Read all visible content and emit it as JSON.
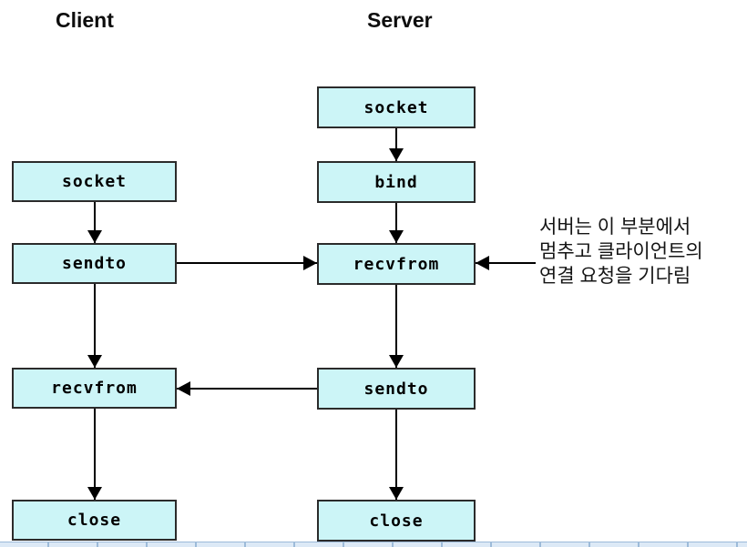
{
  "headers": {
    "client": "Client",
    "server": "Server"
  },
  "client_flow": {
    "boxes": [
      {
        "label": "socket"
      },
      {
        "label": "sendto"
      },
      {
        "label": "recvfrom"
      },
      {
        "label": "close"
      }
    ]
  },
  "server_flow": {
    "boxes": [
      {
        "label": "socket"
      },
      {
        "label": "bind"
      },
      {
        "label": "recvfrom"
      },
      {
        "label": "sendto"
      },
      {
        "label": "close"
      }
    ]
  },
  "annotation": {
    "lines": [
      "서버는 이 부분에서",
      "멈추고 클라이언트의",
      "연결 요청을 기다림"
    ]
  },
  "colors": {
    "box_fill": "#CCF5F7",
    "box_border": "#2B2B2B",
    "arrow": "#000000",
    "footer_strip_bg": "#DCE9F6",
    "footer_strip_border": "#9DBBD9"
  }
}
